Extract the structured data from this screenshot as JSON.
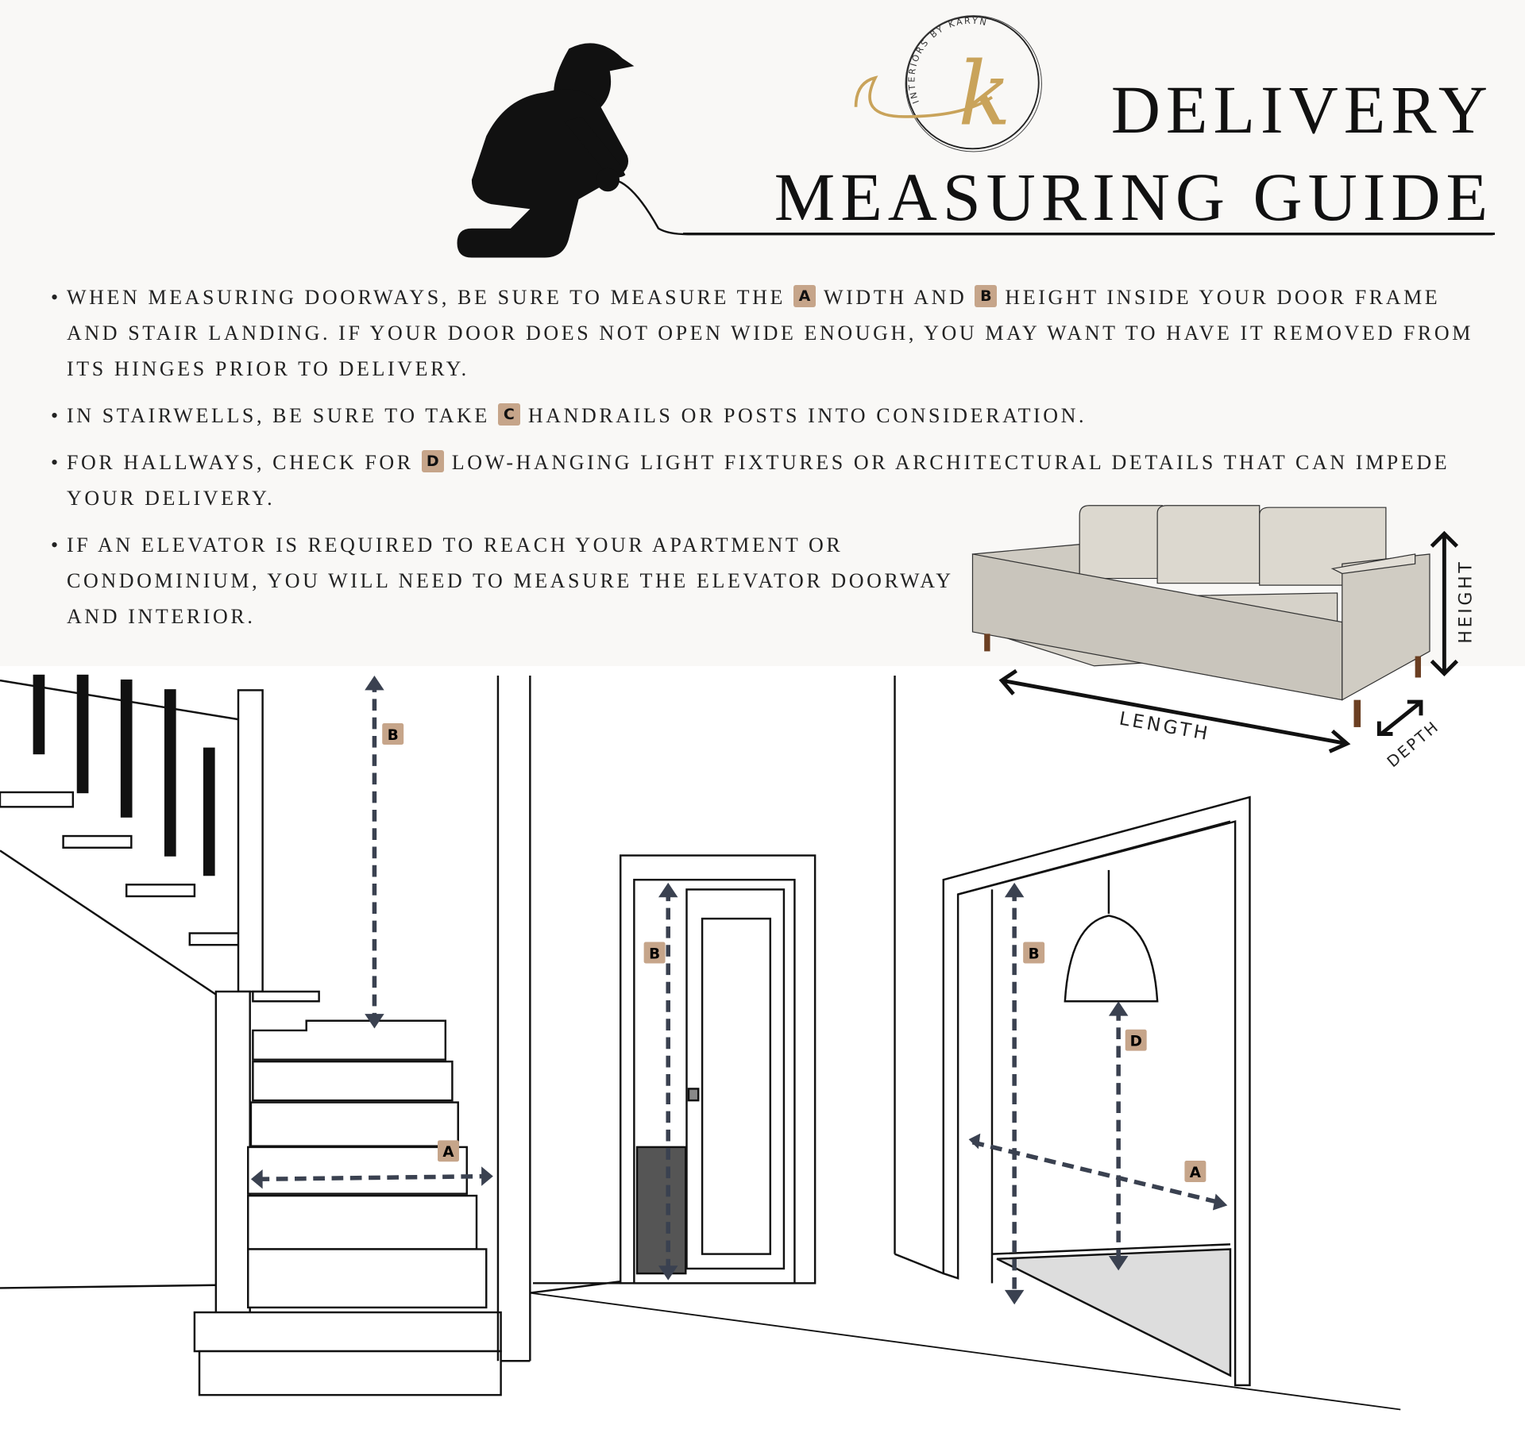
{
  "header": {
    "title_line1": "DELIVERY",
    "title_line2": "MEASURING GUIDE",
    "logo_text": "INTERIORS BY KARYN",
    "logo_letter": "k"
  },
  "bullets": [
    {
      "before_a": "WHEN MEASURING DOORWAYS, BE SURE TO MEASURE THE",
      "badge_a": "A",
      "mid": "WIDTH AND",
      "badge_b": "B",
      "after": "HEIGHT INSIDE YOUR DOOR FRAME AND STAIR LANDING. IF YOUR DOOR DOES NOT OPEN WIDE ENOUGH, YOU MAY WANT TO HAVE IT REMOVED FROM ITS HINGES PRIOR TO DELIVERY."
    },
    {
      "before": "IN STAIRWELLS, BE SURE TO TAKE",
      "badge": "C",
      "after": "HANDRAILS OR POSTS INTO CONSIDERATION."
    },
    {
      "before": "FOR HALLWAYS, CHECK FOR",
      "badge": "D",
      "after": "LOW-HANGING LIGHT FIXTURES OR ARCHITECTURAL DETAILS THAT CAN IMPEDE YOUR DELIVERY."
    },
    {
      "text": "IF AN ELEVATOR IS REQUIRED TO REACH YOUR APARTMENT OR CONDOMINIUM, YOU WILL NEED TO MEASURE THE ELEVATOR DOORWAY AND INTERIOR."
    }
  ],
  "sofa": {
    "length_label": "LENGTH",
    "depth_label": "DEPTH",
    "height_label": "HEIGHT"
  },
  "diagram_labels": {
    "stair_height": "B",
    "stair_width": "A",
    "door_height": "B",
    "elevator_height": "B",
    "elevator_clearance": "D",
    "elevator_width": "A"
  },
  "colors": {
    "badge": "#c6a58a",
    "arrow": "#3a4150",
    "gold": "#c9a35a",
    "band": "#f9f8f6"
  }
}
